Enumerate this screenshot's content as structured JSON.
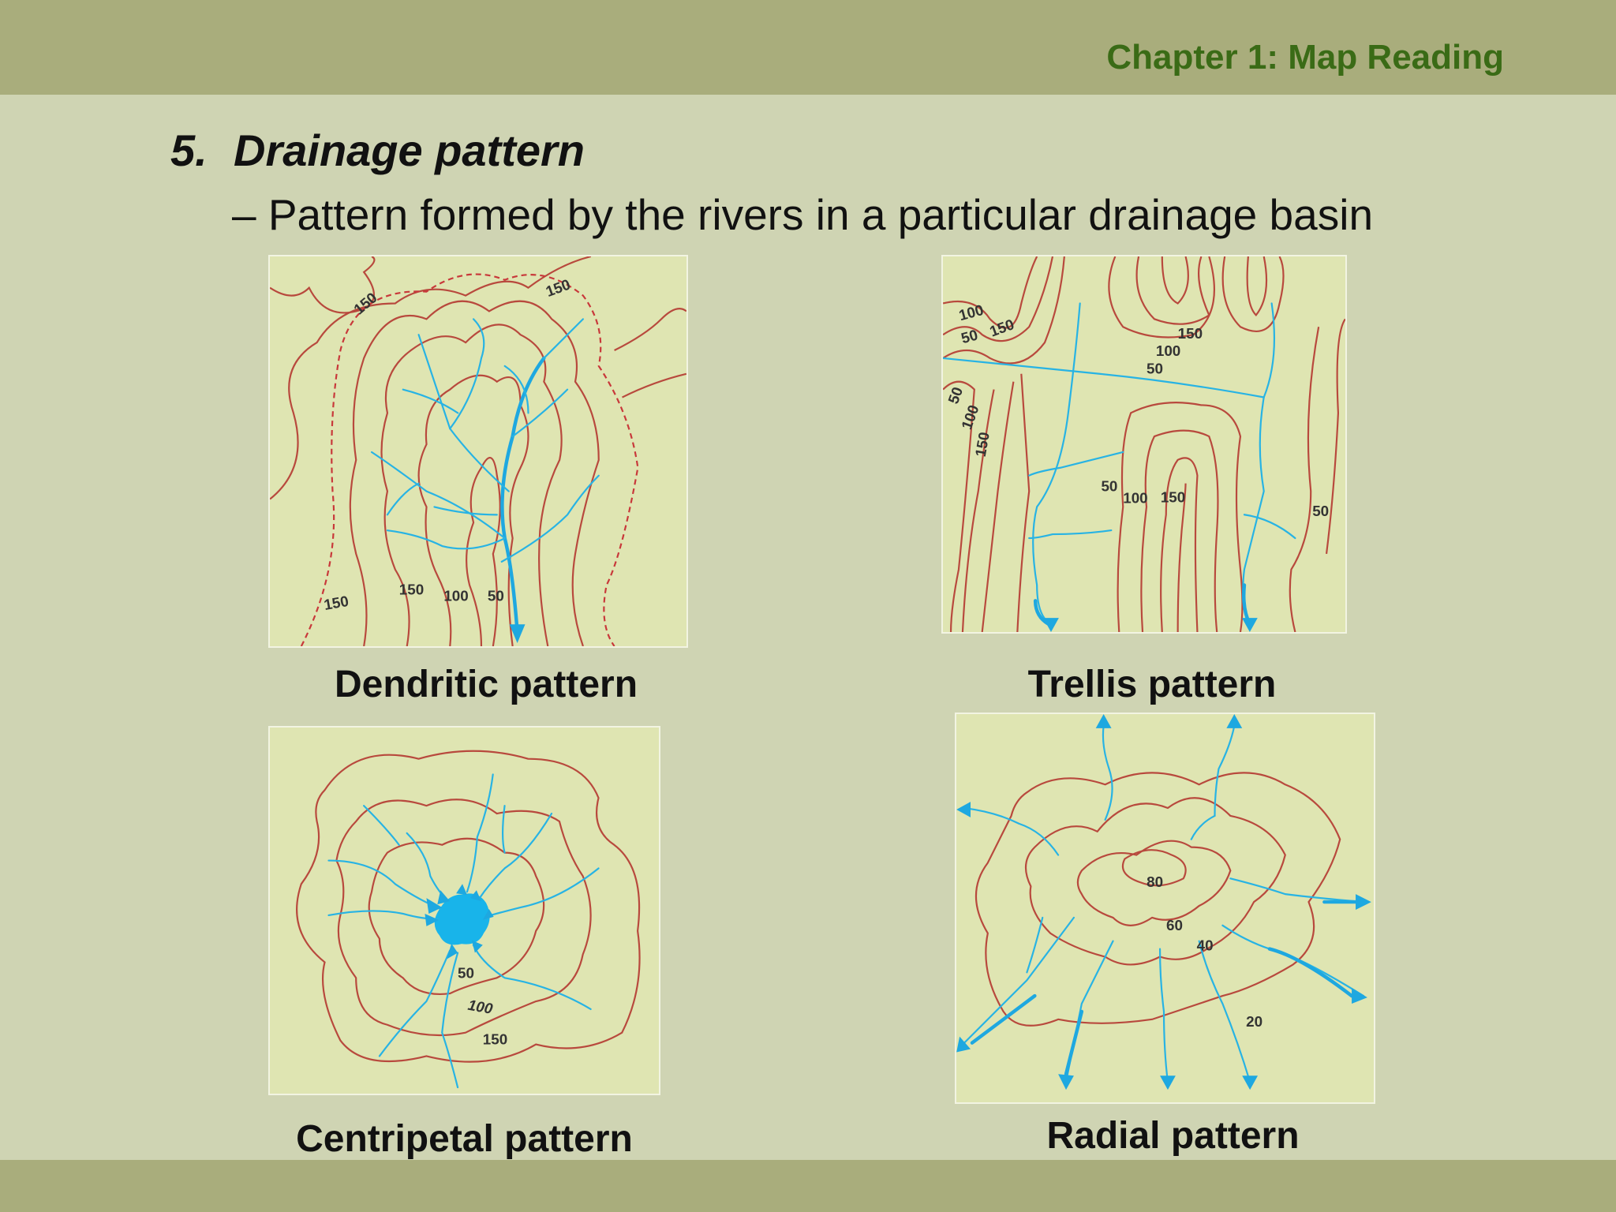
{
  "header": {
    "chapter": "Chapter 1: Map Reading"
  },
  "heading": {
    "number": "5.",
    "title": "Drainage pattern"
  },
  "subheading": "– Pattern formed by the rivers in a particular drainage basin",
  "diagrams": {
    "dendritic": {
      "caption": "Dendritic pattern",
      "labels": [
        "150",
        "150",
        "150",
        "150",
        "100",
        "50"
      ]
    },
    "trellis": {
      "caption": "Trellis pattern",
      "labels": [
        "100",
        "50",
        "150",
        "150",
        "100",
        "50",
        "50",
        "100",
        "150",
        "50",
        "100",
        "150",
        "50"
      ]
    },
    "centripetal": {
      "caption": "Centripetal pattern",
      "labels": [
        "50",
        "100",
        "150"
      ]
    },
    "radial": {
      "caption": "Radial pattern",
      "labels": [
        "80",
        "60",
        "40",
        "20"
      ]
    }
  },
  "colors": {
    "contour": "#b8493d",
    "river": "#1ea8e0",
    "map_bg": "#dfe5b2",
    "bar": "#a9ad7c",
    "chapter_text": "#3a6b16"
  }
}
